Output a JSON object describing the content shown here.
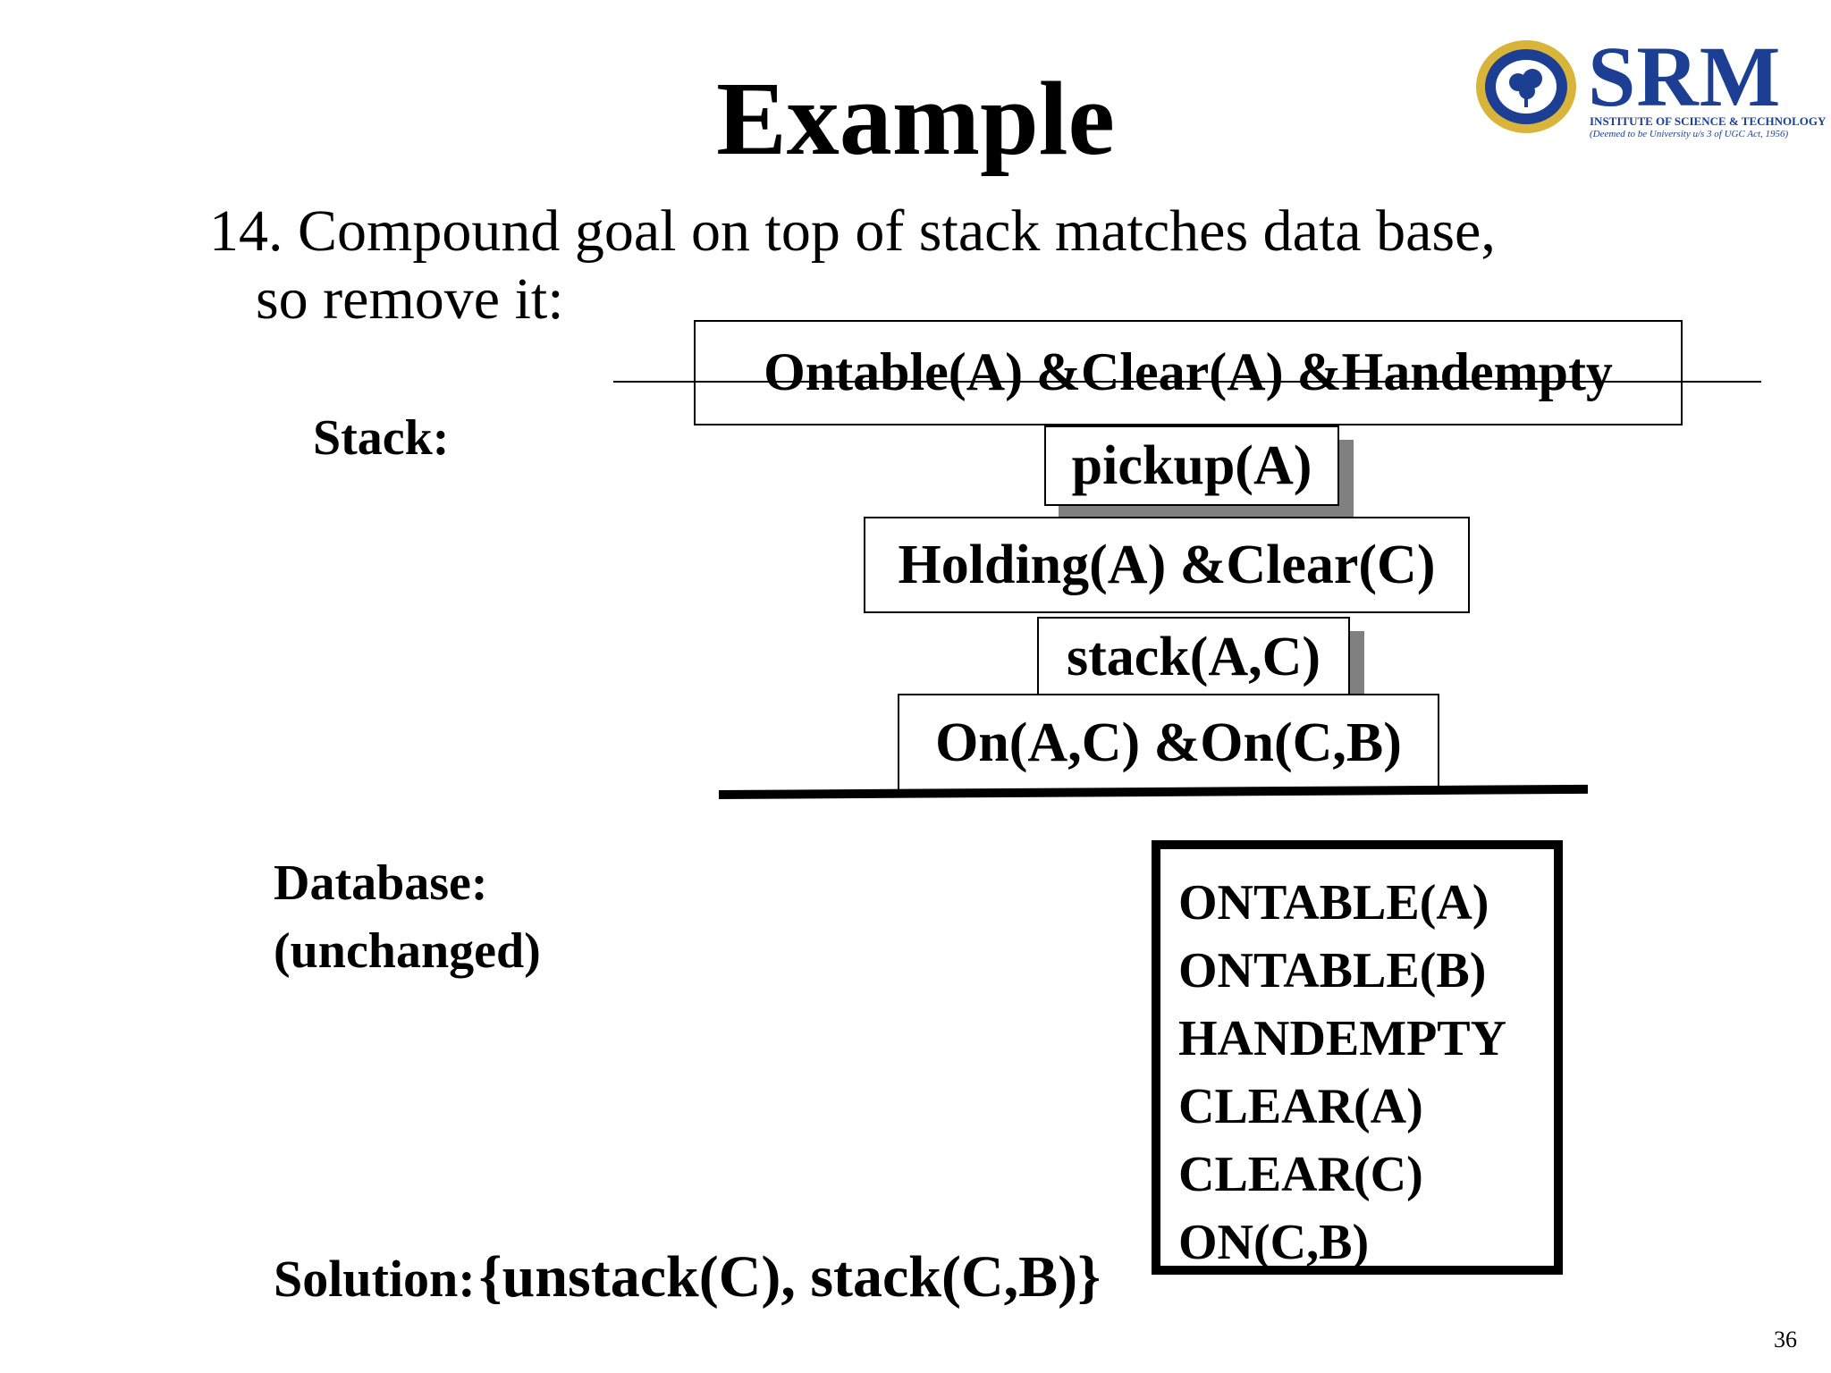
{
  "title": "Example",
  "logo": {
    "name": "SRM",
    "subtitle": "INSTITUTE OF SCIENCE & TECHNOLOGY",
    "tagline": "(Deemed to be University u/s 3 of UGC Act, 1956)"
  },
  "intro": {
    "line1": "14. Compound goal on top of stack matches data base,",
    "line2": "so remove it:"
  },
  "stack": {
    "label": "Stack:",
    "removed_goal": "Ontable(A) &Clear(A) &Handempty",
    "items": [
      "pickup(A)",
      "Holding(A) &Clear(C)",
      "stack(A,C)",
      "On(A,C) &On(C,B)"
    ]
  },
  "database": {
    "label": "Database:",
    "note": "(unchanged)",
    "facts": [
      "ONTABLE(A)",
      "ONTABLE(B)",
      "HANDEMPTY",
      "CLEAR(A)",
      "CLEAR(C)",
      "ON(C,B)"
    ]
  },
  "solution": {
    "label": "Solution:",
    "value": "{unstack(C), stack(C,B)}"
  },
  "page_number": "36",
  "colors": {
    "logo_blue": "#1c3f93",
    "logo_gold": "#d9b43a",
    "shadow_gray": "#808080"
  }
}
